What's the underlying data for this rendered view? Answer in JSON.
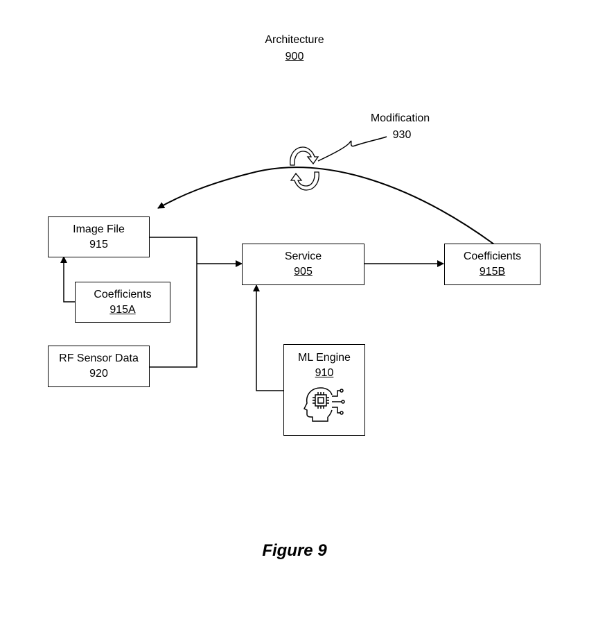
{
  "header": {
    "title": "Architecture",
    "ref": "900"
  },
  "modification": {
    "label": "Modification",
    "ref": "930"
  },
  "nodes": {
    "image_file": {
      "label": "Image File",
      "ref": "915"
    },
    "coefficients_a": {
      "label": "Coefficients",
      "ref": "915A"
    },
    "rf_sensor": {
      "label": "RF Sensor Data",
      "ref": "920"
    },
    "service": {
      "label": "Service",
      "ref": "905"
    },
    "coefficients_b": {
      "label": "Coefficients",
      "ref": "915B"
    },
    "ml_engine": {
      "label": "ML Engine",
      "ref": "910",
      "icon": "ai-head-chip-icon"
    }
  },
  "caption": "Figure 9"
}
